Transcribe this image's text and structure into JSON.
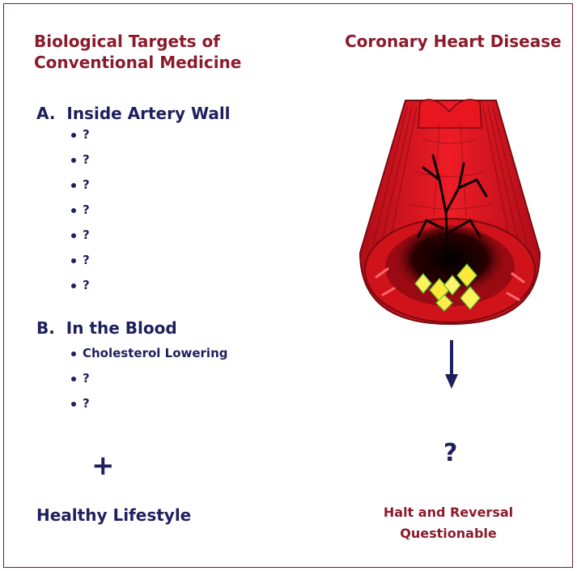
{
  "left_title": [
    "Biological Targets of",
    "Conventional Medicine"
  ],
  "right_title": "Coronary Heart Disease",
  "section_a": {
    "heading": "A.  Inside Artery Wall",
    "items": [
      "?",
      "?",
      "?",
      "?",
      "?",
      "?",
      "?"
    ]
  },
  "section_b": {
    "heading": "B.  In the Blood",
    "items": [
      "Cholesterol Lowering",
      "?",
      "?"
    ]
  },
  "plus": "+",
  "lifestyle": "Healthy Lifestyle",
  "result_mark": "?",
  "outcome": [
    "Halt and Reversal",
    "Questionable"
  ],
  "colors": {
    "navy": "#1f1f5e",
    "maroon": "#8b1a2b",
    "artery_red": "#e0141e"
  }
}
